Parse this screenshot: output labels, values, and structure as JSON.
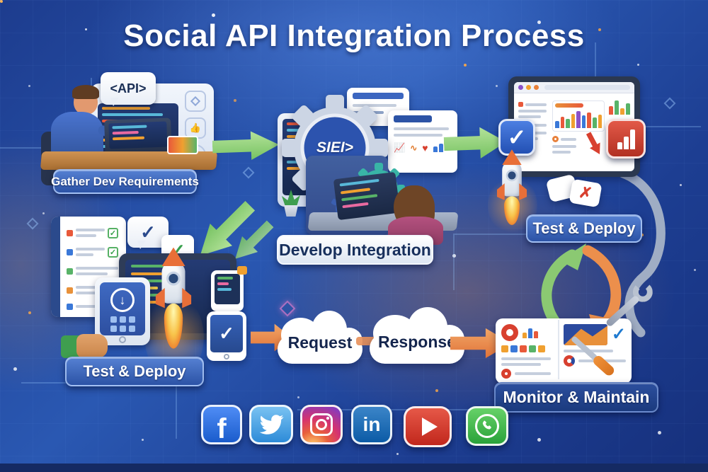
{
  "title": "Social API Integration Process",
  "steps": [
    {
      "id": "gather-requirements",
      "label": "Gather Dev Requirements"
    },
    {
      "id": "develop-integration",
      "label": "Develop Integration"
    },
    {
      "id": "test-deploy-top",
      "label": "Test & Deploy"
    },
    {
      "id": "test-deploy-bottom",
      "label": "Test & Deploy"
    },
    {
      "id": "monitor-maintain",
      "label": "Monitor & Maintain"
    }
  ],
  "callouts": {
    "api_bubble": "<API>",
    "gear_badge": "SIEI>"
  },
  "flow_labels": {
    "request": "Request",
    "response": "Response"
  },
  "icons": {
    "check": "✓",
    "cross": "✗",
    "down_arrow": "↓",
    "heart": "♥"
  },
  "social": [
    {
      "name": "facebook",
      "glyph": "f",
      "color": "#1b66d6"
    },
    {
      "name": "twitter",
      "glyph": "",
      "color": "#3aa3e3"
    },
    {
      "name": "instagram",
      "glyph": "",
      "color": "#d6349c"
    },
    {
      "name": "linkedin",
      "glyph": "in",
      "color": "#1467b3"
    },
    {
      "name": "youtube",
      "glyph": "",
      "color": "#d9352a"
    },
    {
      "name": "whatsapp",
      "glyph": "",
      "color": "#3fb94f"
    }
  ],
  "colors": {
    "background": "#1f3f8e",
    "arrow_green": "#8bc972",
    "arrow_orange": "#ec8f4c",
    "pill_blue": "#3a63b8",
    "pill_dark": "#1d3f86",
    "cloud_text": "#14254d"
  }
}
